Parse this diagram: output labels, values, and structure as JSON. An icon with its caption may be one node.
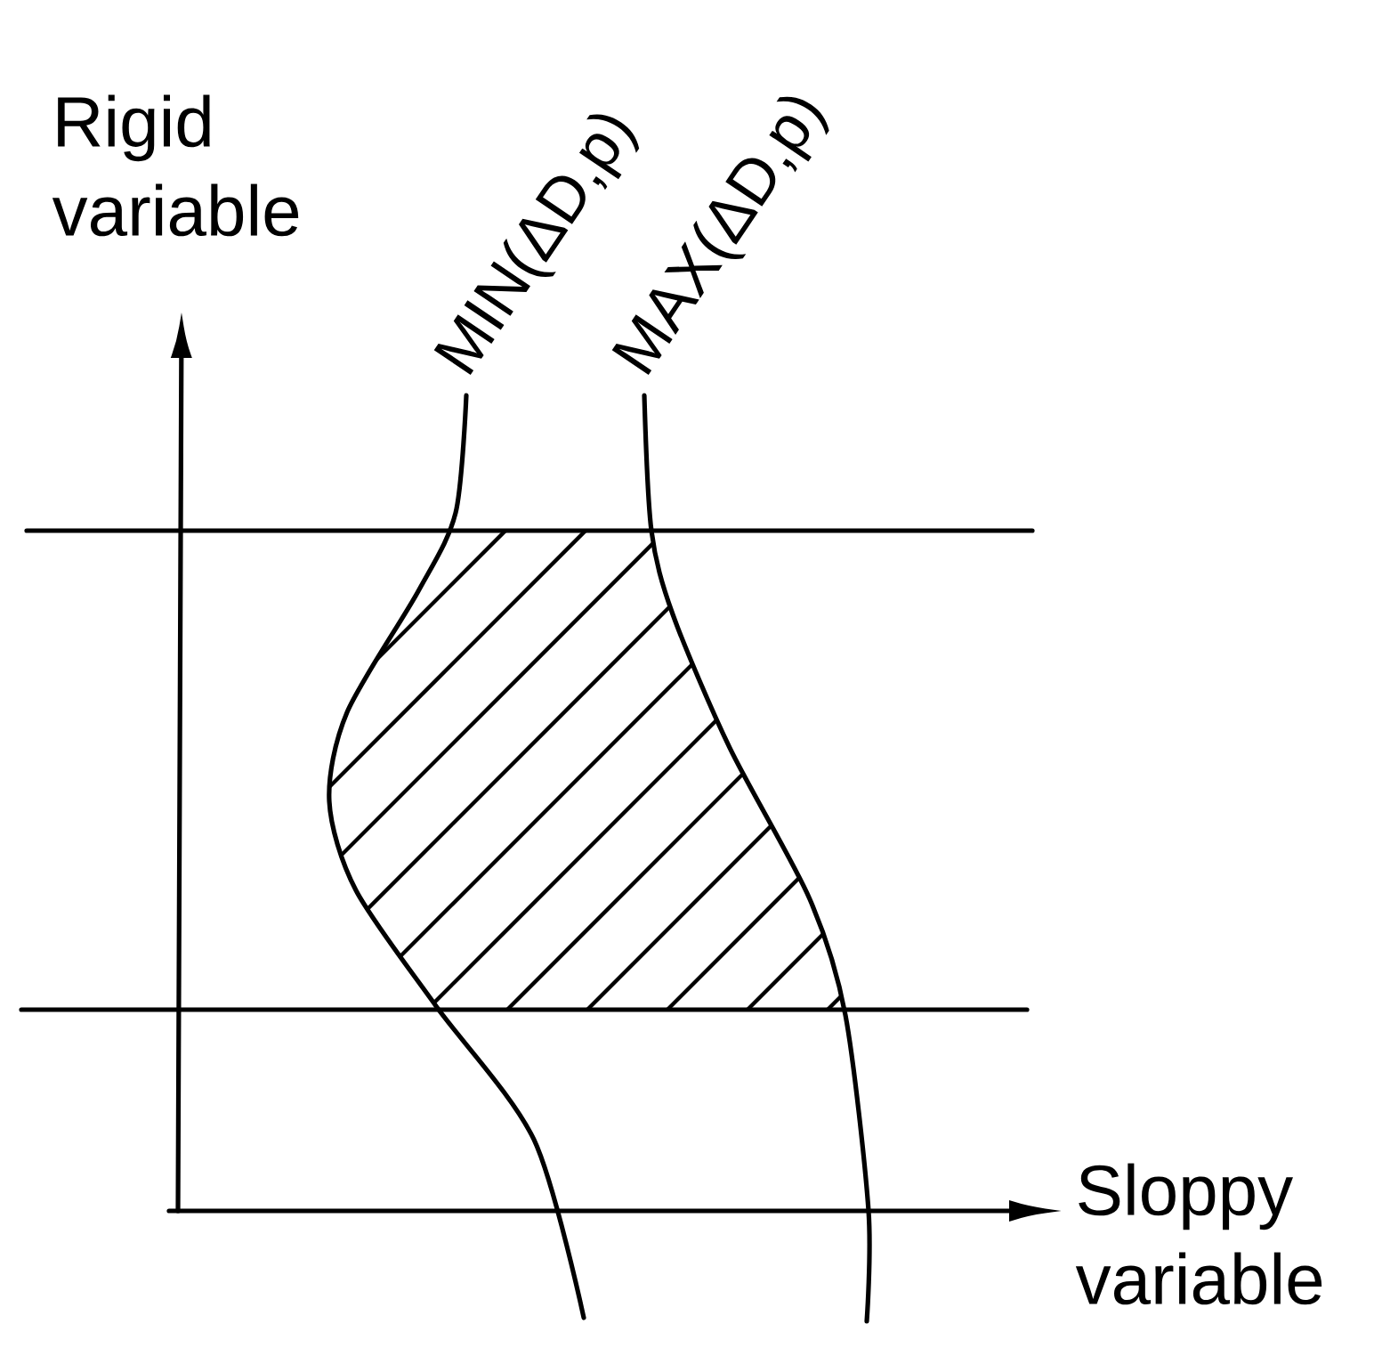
{
  "diagram": {
    "labels": [
      "Rigid variable",
      "MIN(ΔD,p)",
      "MAX(ΔD,p)",
      "Sloppy variable"
    ]
  }
}
